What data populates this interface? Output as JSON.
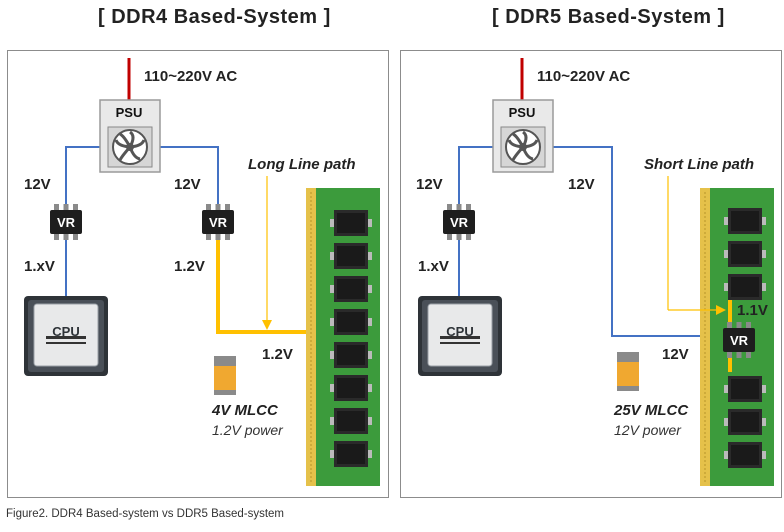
{
  "ddr4": {
    "title": "[ DDR4 Based-System ]",
    "ac": "110~220V AC",
    "psu": "PSU",
    "vr_left": "VR",
    "vr_right": "VR",
    "v12_left": "12V",
    "v12_right": "12V",
    "v1x": "1.xV",
    "v12_out": "1.2V",
    "v12_dimm": "1.2V",
    "cpu": "CPU",
    "path": "Long Line path",
    "mlcc": "4V MLCC",
    "mlcc_sub": "1.2V power"
  },
  "ddr5": {
    "title": "[ DDR5 Based-System ]",
    "ac": "110~220V AC",
    "psu": "PSU",
    "vr_left": "VR",
    "vr_dimm": "VR",
    "v12_left": "12V",
    "v12_right": "12V",
    "v1x": "1.xV",
    "v11": "1.1V",
    "v12_dimm": "12V",
    "cpu": "CPU",
    "path": "Short Line path",
    "mlcc": "25V MLCC",
    "mlcc_sub": "12V power"
  },
  "caption": "Figure2. DDR4 Based-system vs DDR5 Based-system",
  "colors": {
    "ac_line": "#c00000",
    "wire": "#4472c4",
    "path": "#ffc000",
    "pcb": "#3c9b3c",
    "chip": "#1e1e1e"
  }
}
